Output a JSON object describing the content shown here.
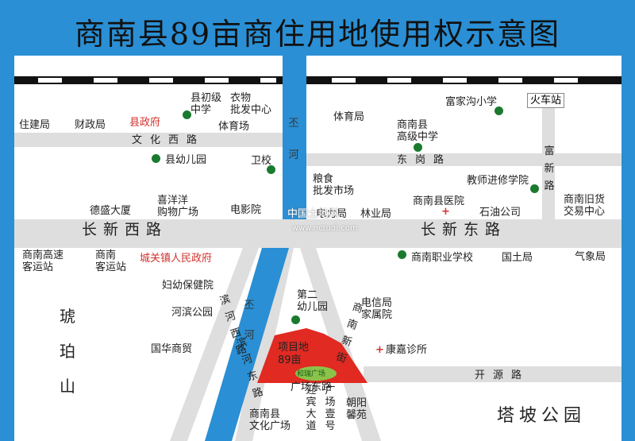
{
  "title": "商南县89亩商住用地使用权示意图",
  "colors": {
    "header": "#2a8fd4",
    "river": "#2a8fd4",
    "road": "#dedede",
    "project": "#e02a22",
    "plaza": "#8bc34a",
    "dot": "#1a7a2e",
    "red_text": "#d2322d"
  },
  "roads": {
    "wenhua_xi": "文化西路",
    "dong_gang": "东岗路",
    "changxin_xi": "长新西路",
    "changxin_dong": "长新东路",
    "kaiyuan": "开源路",
    "guangchang_dong": "广场东路",
    "binhe_xi": "滨河西路",
    "binhe_dong": "滨河东路",
    "shangnan_xinjie": "商南新街",
    "fu_xin": "富新路",
    "yingbin": "迎宾大道",
    "guangchang_yi": "广场壹号"
  },
  "water": {
    "jiang_he_top": "丕河",
    "jiang_he_mid": "丕河"
  },
  "places": {
    "zhujianju": "住建局",
    "caizhengju": "财政局",
    "xianzhengfu": "县政府",
    "xianchuji": "县初级\n中学",
    "yiwu": "衣物\n批发中心",
    "tiyuchang": "体育场",
    "youeryuan": "县幼儿园",
    "weixiao": "卫校",
    "desheng": "德盛大厦",
    "xiyangyang": "喜洋洋\n购物广场",
    "dianyingyuan": "电影院",
    "tiyuju": "体育局",
    "fujiagou": "富家沟小学",
    "huochezhan": "火车站",
    "gaojizhong": "商南县\n高级中学",
    "liangshi": "粮食\n批发市场",
    "jiaoshi": "教师进修学院",
    "yiyuan": "商南县医院",
    "jiuhuo": "商南旧货\n交易中心",
    "dianliju": "电力局",
    "linyeju": "林业局",
    "shiyou": "石油公司",
    "gaosu": "商南高速\n客运站",
    "keyunzhan": "商南\n客运站",
    "chengguan": "城关镇人民政府",
    "fuyou": "妇幼保健院",
    "hebin": "河滨公园",
    "guohua": "国华商贸",
    "hupo": "琥\n珀\n山",
    "zhiye": "商南职业学校",
    "guotu": "国土局",
    "qixiang": "气象局",
    "dier": "第二\n幼儿园",
    "dianxin": "电信局\n家属院",
    "kangjia": "康嘉诊所",
    "project": "项目地\n89亩",
    "plaza": "和瑞广场",
    "wenhua_gc": "商南县\n文化广场",
    "chaoyang": "朝阳\n馨苑",
    "tapo": "塔坡公园"
  },
  "watermark": {
    "name": "中国土地网",
    "url": "www.nctudi.com"
  }
}
